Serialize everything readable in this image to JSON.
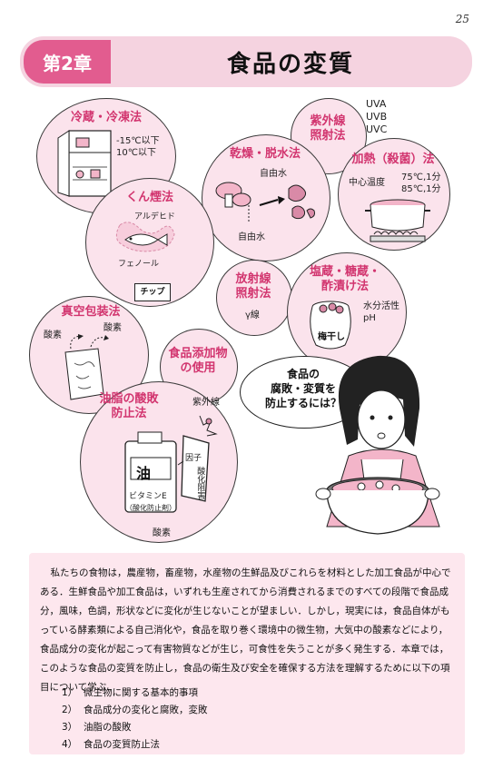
{
  "page": {
    "number": "25"
  },
  "chapter": {
    "label": "第2章",
    "title": "食品の変質"
  },
  "circles": {
    "refrigeration": {
      "title": "冷蔵・冷凍法",
      "temps": "-15℃以下\n10℃以下"
    },
    "uv": {
      "title": "紫外線\n照射法",
      "types": "UVA\nUVB\nUVC"
    },
    "drying": {
      "title": "乾燥・脱水法",
      "free_water_top": "自由水",
      "free_water_bottom": "自由水"
    },
    "heating": {
      "title": "加熱（殺菌）法",
      "core_temp": "中心温度",
      "conditions": "75℃,1分\n85℃,1分"
    },
    "smoking": {
      "title": "くん煙法",
      "aldehyde": "アルデヒド",
      "phenol": "フェノール",
      "chip": "チップ"
    },
    "irradiation": {
      "title": "放射線\n照射法",
      "gamma": "γ線"
    },
    "salting": {
      "title": "塩蔵・糖蔵・\n酢漬け法",
      "water_activity": "水分活性\npH",
      "jar_label": "梅干し"
    },
    "vacuum": {
      "title": "真空包装法",
      "oxygen_left": "酸素",
      "oxygen_right": "酸素"
    },
    "additives": {
      "title": "食品添加物\nの使用"
    },
    "oil": {
      "title": "油脂の酸敗\n防止法",
      "uv": "紫外線",
      "factor": "因子",
      "oxidation_block": "酸化阻害",
      "can_label": "油",
      "vitamin": "ビタミンE",
      "antioxidant": "（酸化防止剤）",
      "oxygen": "酸素"
    }
  },
  "speech_bubble": "食品の\n腐敗・変質を\n防止するには？",
  "intro": {
    "paragraph": "私たちの食物は，農産物，畜産物，水産物の生鮮品及びこれらを材料とした加工食品が中心である．生鮮食品や加工食品は，いずれも生産されてから消費されるまでのすべての段階で食品成分，風味，色調，形状などに変化が生じないことが望ましい．しかし，現実には，食品自体がもっている酵素類による自己消化や，食品を取り巻く環境中の微生物，大気中の酸素などにより，食品成分の変化が起こって有害物質などが生じ，可食性を失うことが多く発生する．本章では，このような食品の変質を防止し，食品の衛生及び安全を確保する方法を理解するために以下の項目について学ぶ．",
    "topics": [
      {
        "num": "1）",
        "text": "微生物に関する基本的事項"
      },
      {
        "num": "2）",
        "text": "食品成分の変化と腐敗，変敗"
      },
      {
        "num": "3）",
        "text": "油脂の酸敗"
      },
      {
        "num": "4）",
        "text": "食品の変質防止法"
      }
    ]
  },
  "colors": {
    "accent": "#e25c8f",
    "circle_fill": "#fbe3ec",
    "title_pink": "#d2356f",
    "intro_bg": "#fde7ee"
  }
}
